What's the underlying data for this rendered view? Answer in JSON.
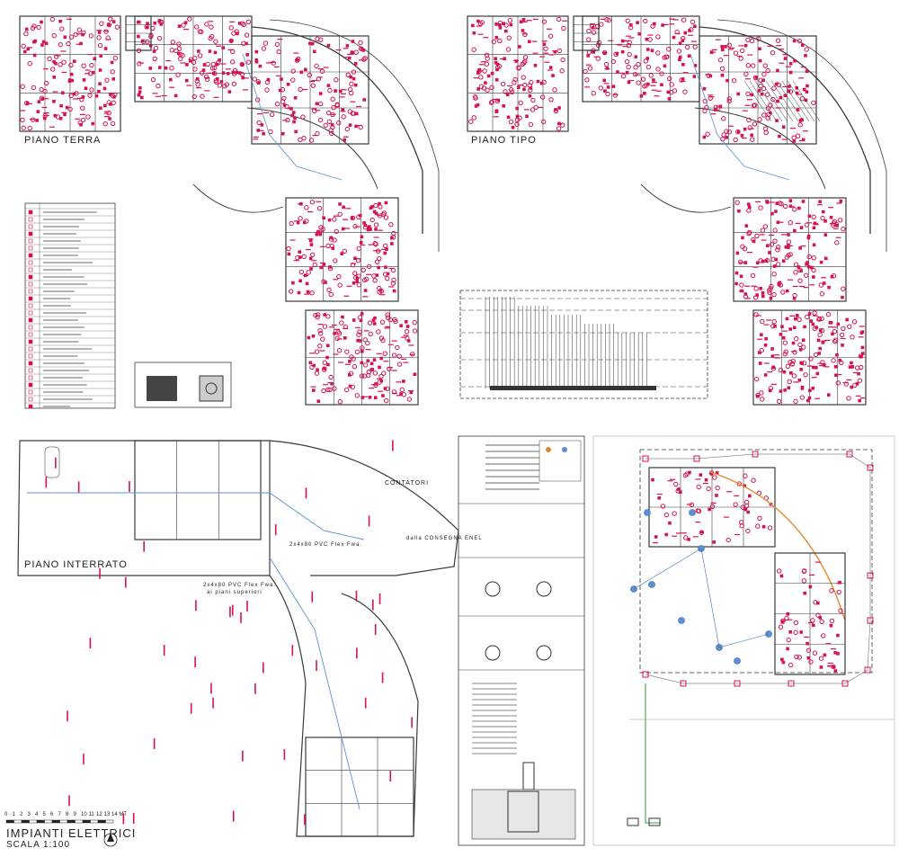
{
  "sheet": {
    "plans": [
      {
        "id": "ground",
        "label": "PIANO  TERRA"
      },
      {
        "id": "typical",
        "label": "PIANO  TIPO"
      },
      {
        "id": "basement",
        "label": "PIANO  INTERRATO"
      }
    ],
    "title": "IMPIANTI ELETTRICI",
    "scale_text": "SCALA 1:100",
    "scale_bar_ticks": [
      "0",
      "1",
      "2",
      "3",
      "4",
      "5",
      "6",
      "7",
      "8",
      "9",
      "10",
      "11",
      "12",
      "13",
      "14 MT"
    ],
    "annotations": {
      "contatori": "CONTATORI",
      "enel": "dalla CONSEGNA ENEL",
      "pvc": "2x4x80 PVC Flex Fwa.",
      "piani": "ai piani superiori"
    },
    "colors": {
      "line": "#3a3a3a",
      "device": "#d4144e",
      "conduit": "#5b8fd6",
      "earth": "#2e9e3e",
      "orange": "#e08a2c"
    }
  }
}
